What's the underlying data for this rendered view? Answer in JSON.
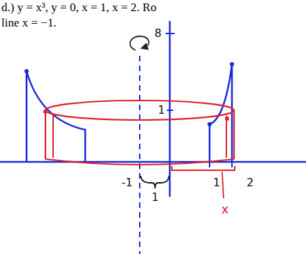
{
  "diagram": {
    "labels": [
      "d.) y = x³, y = 0, x = 1, x = 2. Ro",
      "line x = −1.",
      "8",
      "1",
      "-1",
      "1",
      "1",
      "2",
      "x"
    ]
  }
}
